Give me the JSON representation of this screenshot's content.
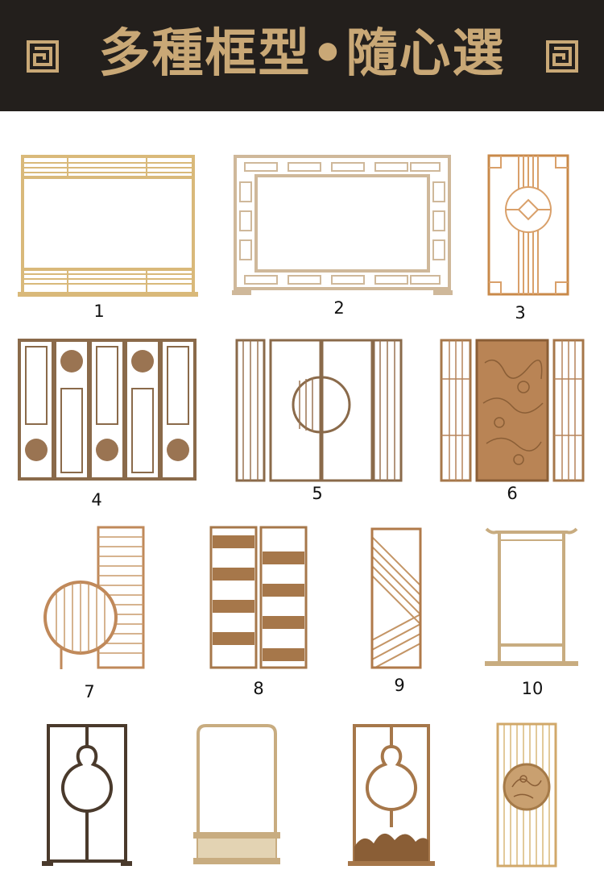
{
  "banner": {
    "title": "多種框型•隨心選",
    "background": "#231f1c",
    "title_color": "#c9a876",
    "left_icon": "chinese-fret-pattern-icon",
    "right_icon": "chinese-fret-pattern-icon"
  },
  "items": [
    {
      "label": "1",
      "type": "wide frame with horizontal slat bands, light wood"
    },
    {
      "label": "2",
      "type": "wide frame with lattice fretwork border, natural wood"
    },
    {
      "label": "3",
      "type": "narrow panel with circle and diamond motif, orange wood"
    },
    {
      "label": "4",
      "type": "five-panel folding screen with round disks, walnut"
    },
    {
      "label": "5",
      "type": "four panels with split moon-gate circle, walnut"
    },
    {
      "label": "6",
      "type": "three panels with carved landscape centre, walnut"
    },
    {
      "label": "7",
      "type": "slatted panel with round slatted disk, light wood"
    },
    {
      "label": "8",
      "type": "two shelf panels with alternating boards, walnut"
    },
    {
      "label": "9",
      "type": "panel with diagonal slats, light wood"
    },
    {
      "label": "10",
      "type": "open frame with upturned top rail, light wood"
    },
    {
      "label": "",
      "type": "dark frame with gourd opening"
    },
    {
      "label": "",
      "type": "arched frame with shelves, light wood"
    },
    {
      "label": "",
      "type": "frame with gourd opening and mountain base, walnut"
    },
    {
      "label": "",
      "type": "slatted panel with carved round medallion, light wood"
    }
  ],
  "colors": {
    "light": "#d9b97a",
    "natural": "#cfb89a",
    "orange": "#c98a4a",
    "walnut": "#8a6a4a",
    "dark": "#4a3a2c"
  }
}
